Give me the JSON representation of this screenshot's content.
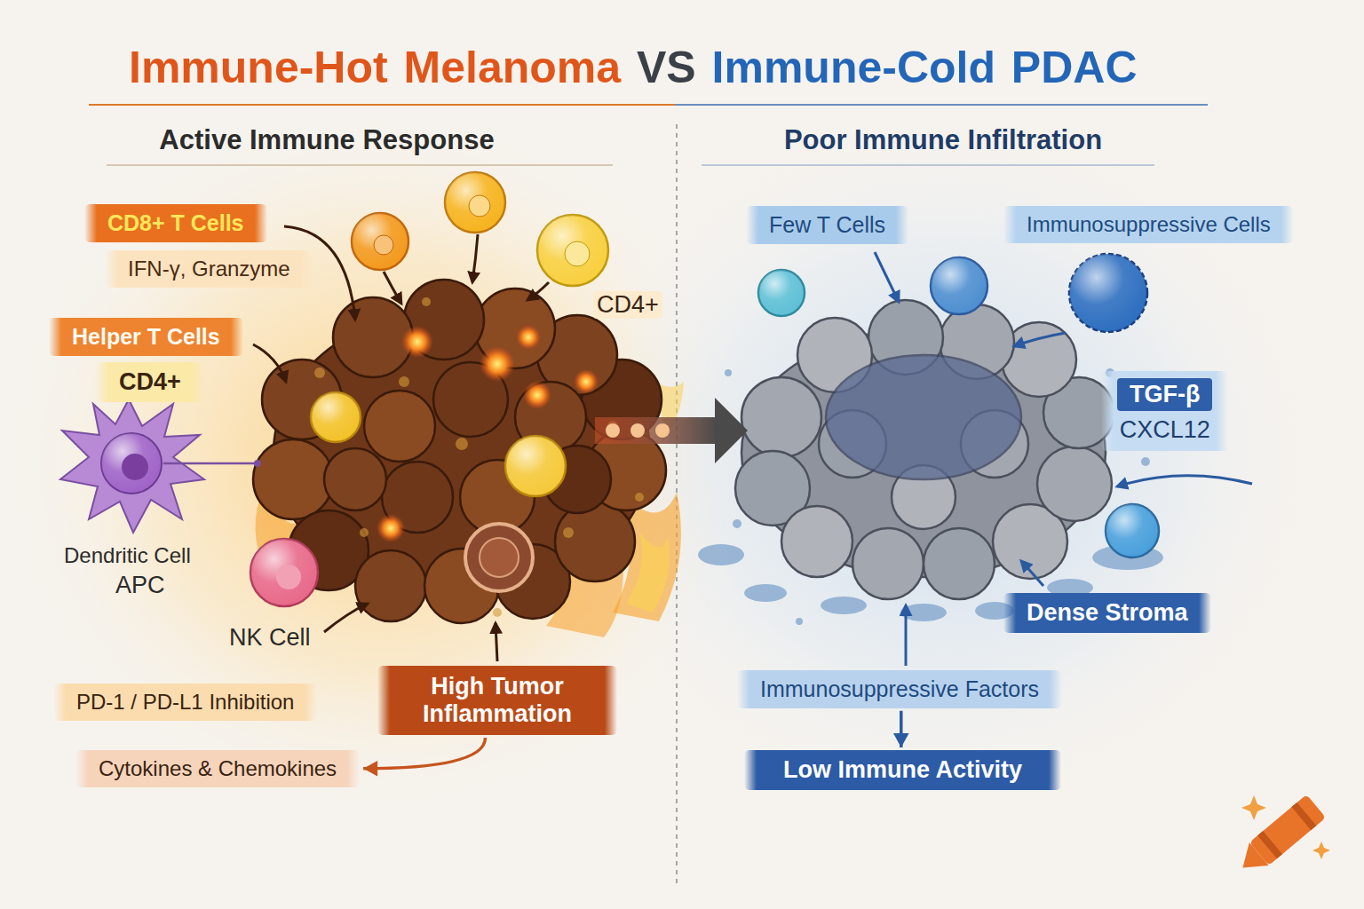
{
  "diagram": {
    "title": "Immune-Hot Melanoma VS Immune-Cold PDAC",
    "nodes": [
      {
        "text": [
          "CD8+ T Cells"
        ]
      },
      {
        "text": [
          "IFN-γ, Granzyme"
        ]
      },
      {
        "text": [
          "Helper T Cells"
        ]
      },
      {
        "text": [
          "CD4+"
        ]
      },
      {
        "text": [
          "PD-1 / PD-L1 Inhibition"
        ]
      },
      {
        "text": [
          "High Tumor Inflammation"
        ]
      },
      {
        "text": [
          "Cytokines & Chemokines"
        ]
      },
      {
        "text": [
          "Few T Cells"
        ]
      },
      {
        "text": [
          "Immunosuppressive Cells"
        ]
      },
      {
        "text": [
          "TGF-β",
          "CXCL12"
        ]
      },
      {
        "text": [
          "Dense Stroma"
        ]
      },
      {
        "text": [
          "Immunosuppressive Factors"
        ]
      },
      {
        "text": [
          "Low Immune Activity"
        ]
      }
    ],
    "edges": [
      {
        "from": 5,
        "to": 6,
        "arrow": "to"
      },
      {
        "from": 11,
        "to": 12,
        "arrow": "to"
      }
    ],
    "labels": [
      "Active Immune Response",
      "Poor Immune Infiltration",
      "CD4+",
      "Dendritic Cell",
      "APC",
      "NK Cell"
    ]
  }
}
